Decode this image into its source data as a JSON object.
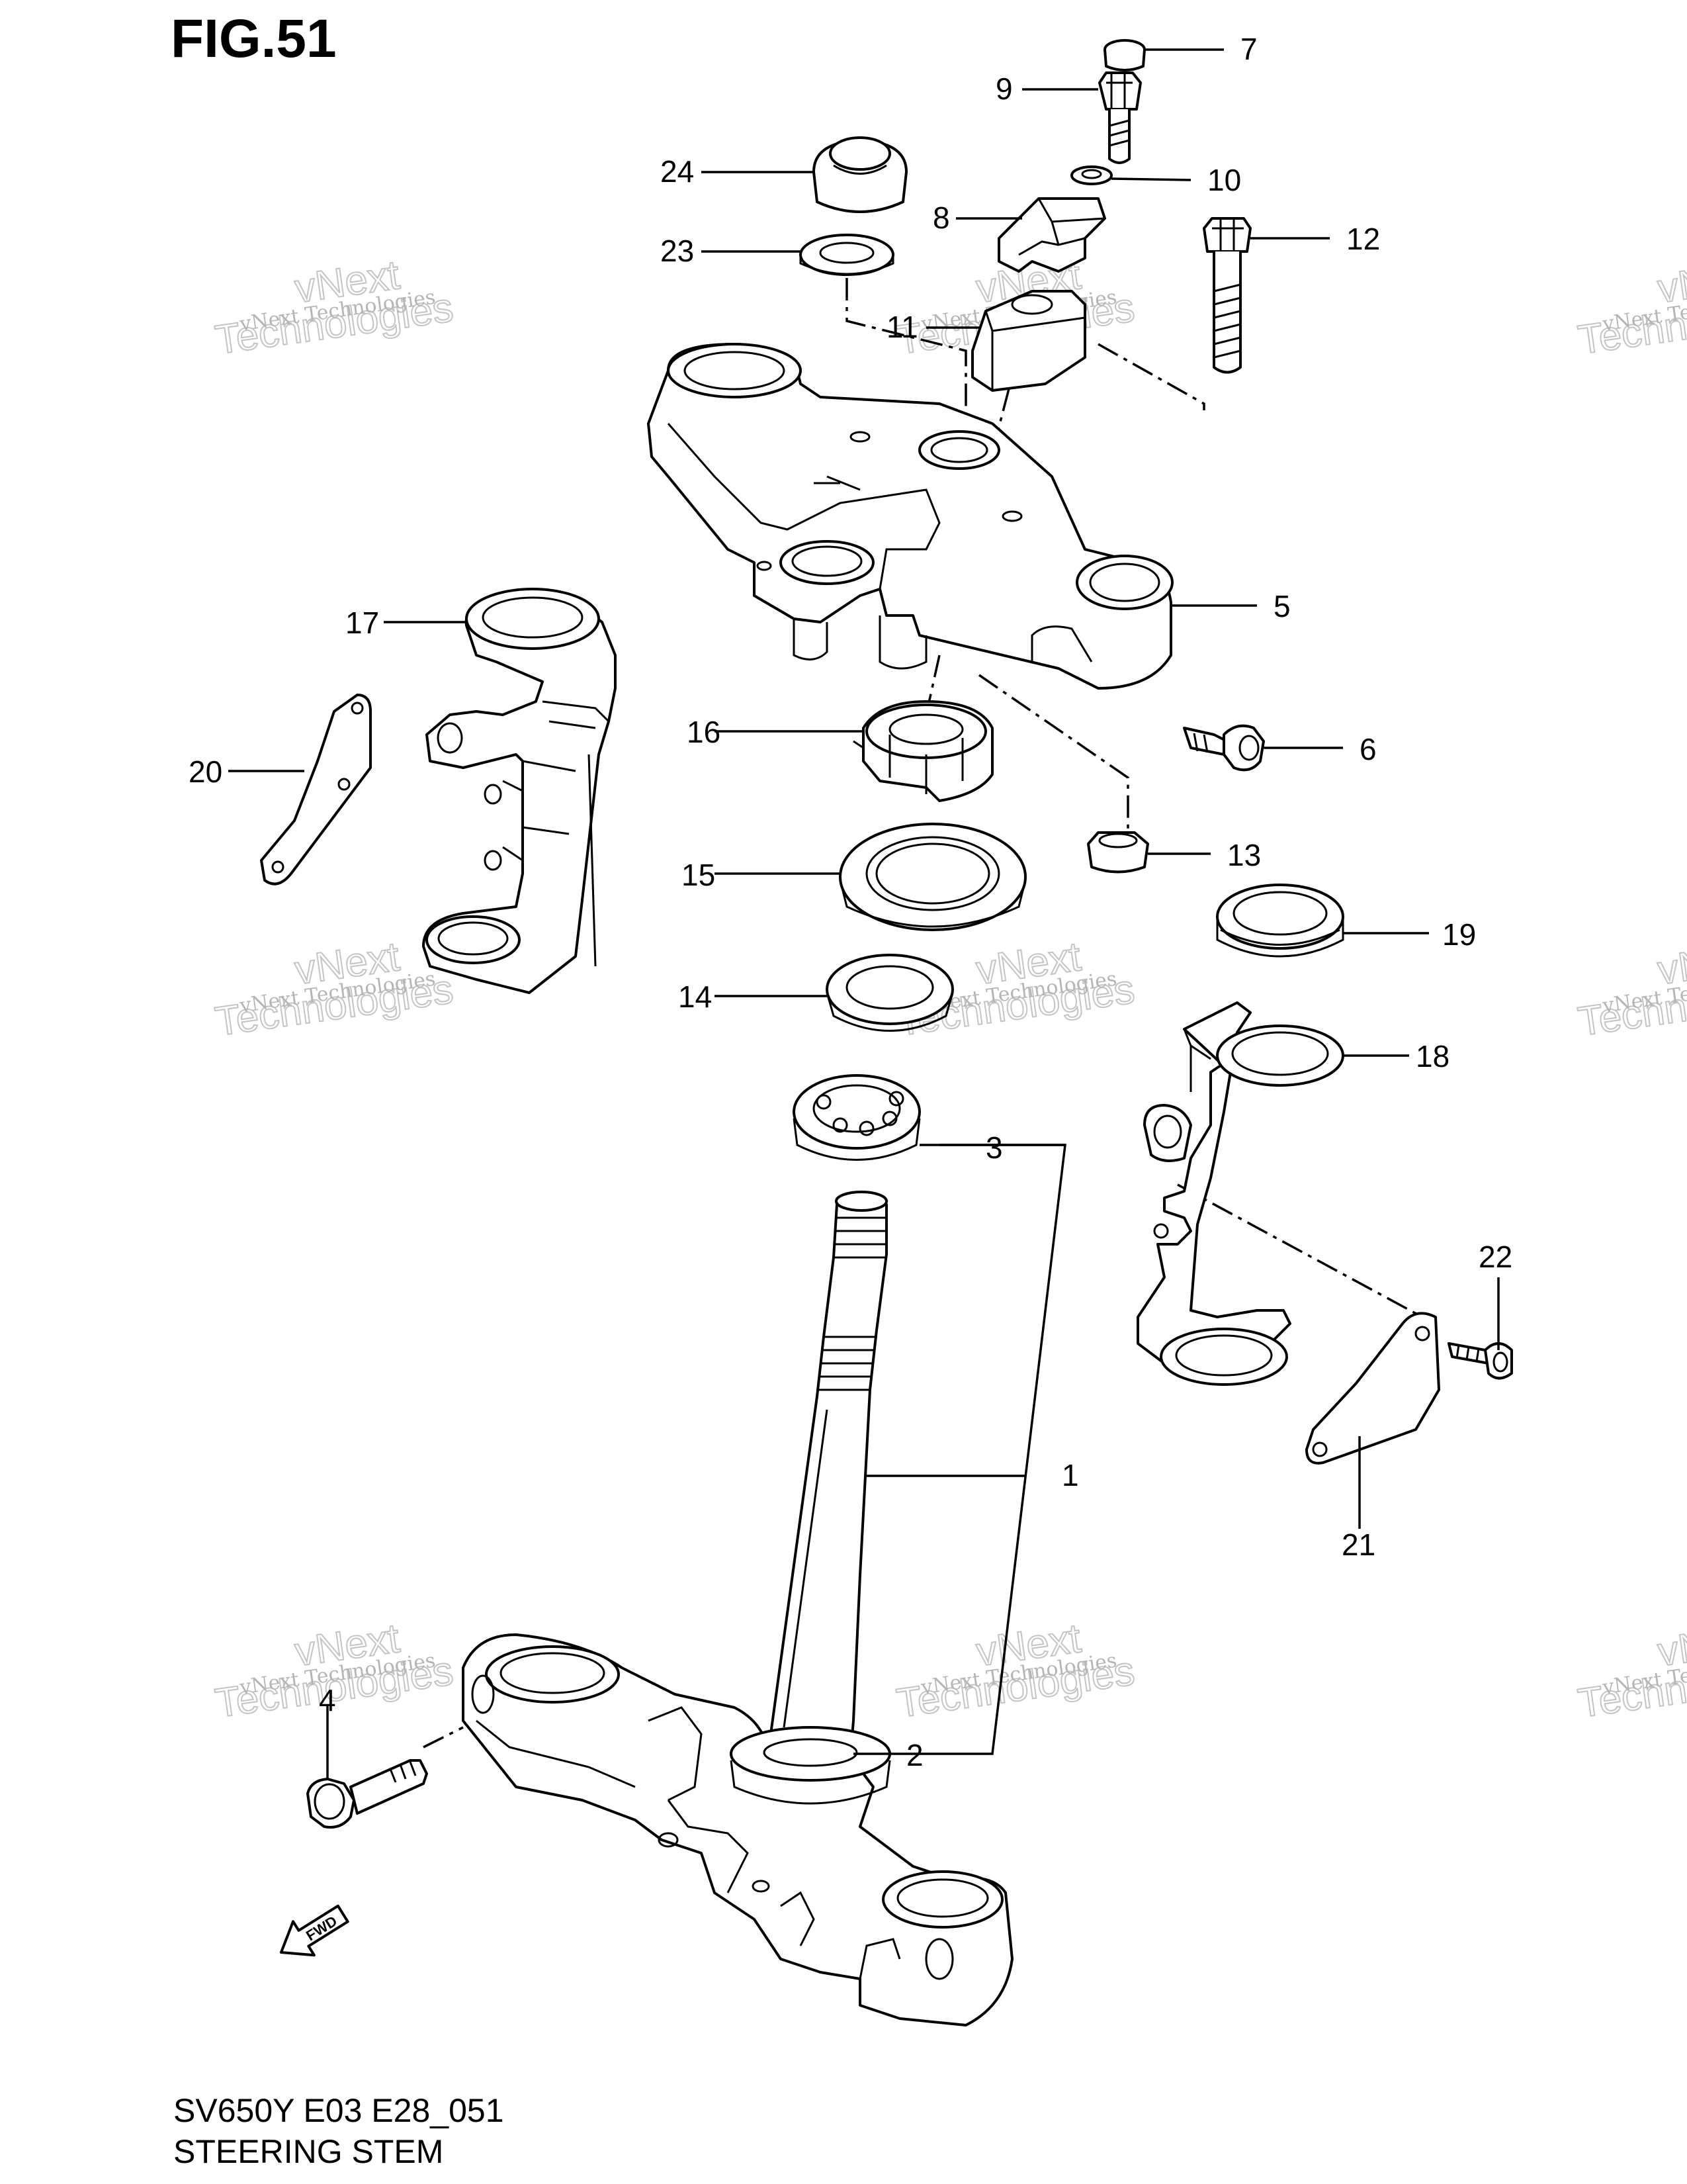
{
  "figure": {
    "title": "FIG.51",
    "model_code": "SV650Y E03 E28_051",
    "caption": "STEERING STEM"
  },
  "callouts": [
    "1",
    "2",
    "3",
    "4",
    "5",
    "6",
    "7",
    "8",
    "9",
    "10",
    "11",
    "12",
    "13",
    "14",
    "15",
    "16",
    "17",
    "18",
    "19",
    "20",
    "21",
    "22",
    "23",
    "24"
  ],
  "watermark": {
    "line1": "vNext Technologies",
    "line2": "Technologies",
    "line2_prefix": "vNext"
  },
  "fwd_label": "FWD"
}
